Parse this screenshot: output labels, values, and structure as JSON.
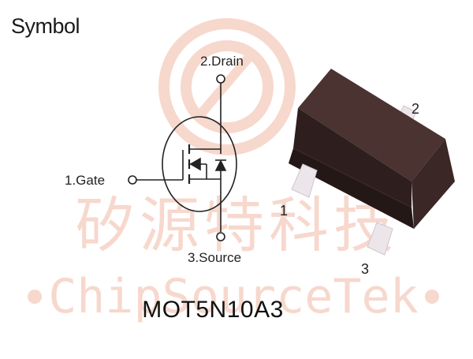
{
  "header": {
    "title": "Symbol"
  },
  "symbol": {
    "drain_label": "2.Drain",
    "gate_label": "1.Gate",
    "source_label": "3.Source"
  },
  "package": {
    "pin1": "1",
    "pin2": "2",
    "pin3": "3"
  },
  "watermark": {
    "cn_text": "矽源特科技",
    "en_text": "ChipSourceTek"
  },
  "part_number": "MOT5N10A3",
  "colors": {
    "watermark": "#f6d2c5",
    "body": "#3c2a28",
    "lead": "#ece6ea",
    "line": "#222222"
  }
}
